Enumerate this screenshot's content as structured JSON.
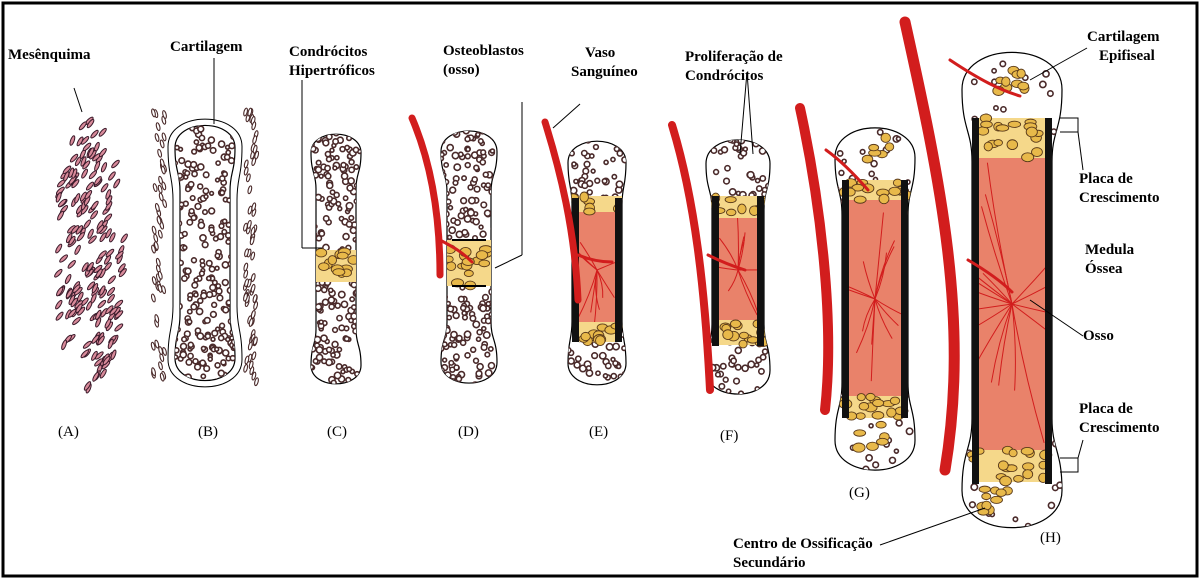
{
  "labels": {
    "mesenquima": "Mesênquima",
    "cartilagem": "Cartilagem",
    "condrocitos_1": "Condrócitos",
    "condrocitos_2": "Hipertróficos",
    "osteoblastos_1": "Osteoblastos",
    "osteoblastos_2": "(osso)",
    "vaso_1": "Vaso",
    "vaso_2": "Sanguíneo",
    "proliferacao_1": "Proliferação de",
    "proliferacao_2": "Condrócitos",
    "cart_epi_1": "Cartilagem",
    "cart_epi_2": "Epifiseal",
    "placa1_1": "Placa de",
    "placa1_2": "Crescimento",
    "medula_1": "Medula",
    "medula_2": "Óssea",
    "osso": "Osso",
    "placa2_1": "Placa de",
    "placa2_2": "Crescimento",
    "centro_1": "Centro de Ossificação",
    "centro_2": "Secundário"
  },
  "stages": [
    "(A)",
    "(B)",
    "(C)",
    "(D)",
    "(E)",
    "(F)",
    "(G)",
    "(H)"
  ],
  "colors": {
    "frame": "#000000",
    "cell": "#4a2a2a",
    "cartilage_bg": "#ffffff",
    "hypertrophic": "#e8b94a",
    "marrow": "#e9826a",
    "vessel": "#d21d1d",
    "bone_cortex": "#111111"
  }
}
